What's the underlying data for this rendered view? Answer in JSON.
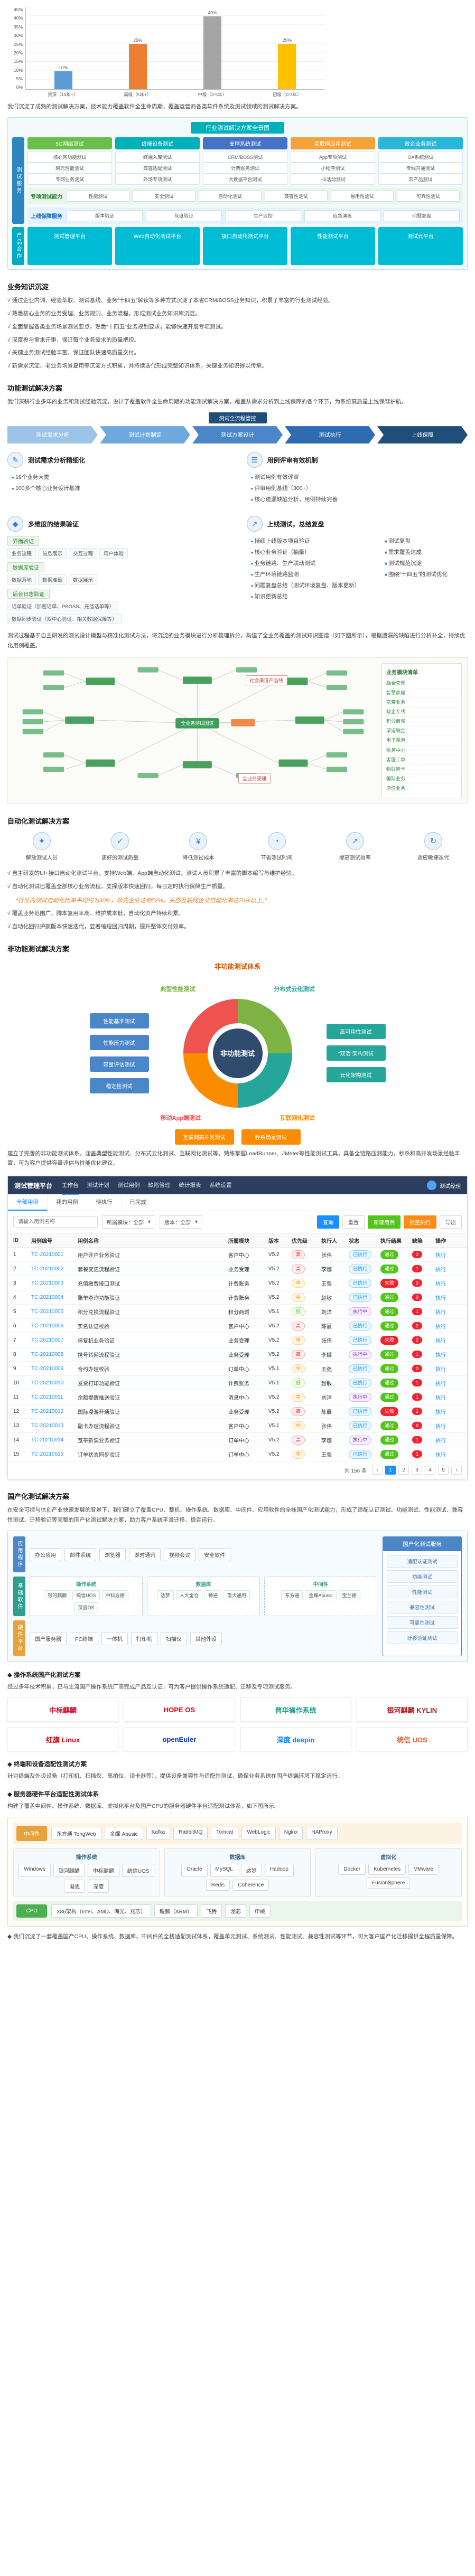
{
  "icons": {
    "chevron_down": "▾"
  },
  "chart_data": {
    "type": "bar",
    "title": "",
    "categories": [
      "资深（10年+）",
      "高级（5年+）",
      "中级（3-5年）",
      "初级（0-3年）"
    ],
    "values": [
      10,
      25,
      40,
      25
    ],
    "data_labels": [
      "10%",
      "25%",
      "40%",
      "25%"
    ],
    "bar_colors": [
      "#5b9bd5",
      "#ed7d31",
      "#a5a5a5",
      "#ffc000"
    ],
    "xlabel": "",
    "ylabel": "",
    "ylim": [
      0,
      45
    ],
    "yticks": [
      "45%",
      "40%",
      "35%",
      "30%",
      "25%",
      "20%",
      "15%",
      "10%",
      "5%",
      "0%"
    ],
    "grid": true,
    "legend": false
  },
  "intro": {
    "text": "我们沉淀了成熟的测试解决方案，技术能力覆盖软件全生命周期，覆盖运营商各类软件系统及测试领域的测试解决方案。"
  },
  "matrix": {
    "top_tab": "行业测试解决方案全景图",
    "service_label": "测试服务",
    "products_label": "产品合作",
    "columns": [
      {
        "title": "5G网络测试",
        "color": "#6abf4b",
        "items": [
          "核心网功能测试",
          "网元性能测试",
          "专网业务测试"
        ]
      },
      {
        "title": "终端设备测试",
        "color": "#00b0b9",
        "items": [
          "终端入库测试",
          "兼容适配测试",
          "外场专项测试"
        ]
      },
      {
        "title": "支撑系统测试",
        "color": "#4472c4",
        "items": [
          "CRM/BOSS测试",
          "计费账务测试",
          "大数据平台测试"
        ]
      },
      {
        "title": "互联网应用测试",
        "color": "#f4a23a",
        "items": [
          "App专项测试",
          "小程序测试",
          "H5活动测试"
        ]
      },
      {
        "title": "政企业务测试",
        "color": "#29b6d8",
        "items": [
          "OA系统测试",
          "专线开通测试",
          "云产品测试"
        ]
      }
    ],
    "band1": {
      "title": "专项测试能力",
      "items": [
        "性能测试",
        "安全测试",
        "自动化测试",
        "兼容性测试",
        "易用性测试",
        "可靠性测试"
      ]
    },
    "band2": {
      "title": "上线保障服务",
      "items": [
        "版本验证",
        "灰度验证",
        "生产监控",
        "应急演练",
        "问题复盘"
      ]
    },
    "products": [
      "测试管理平台",
      "Web自动化测试平台",
      "接口自动化测试平台",
      "性能测试平台",
      "测试云平台"
    ]
  },
  "knowledge": {
    "title": "业务知识沉淀",
    "items": [
      "√ 通过企业内训、经验萃取、测试基线、业务“十四五”解读等多种方式沉淀了本省CRM/BOSS业务知识，积累了丰富的行业测试经验。",
      "√ 熟悉核心业务的业务受理、业务规则、业务流程，形成测试业务知识库沉淀。",
      "√ 全面掌握各类业务场景测试要点，熟悉“十四五”业务规划要求，能够快速开展专项测试。",
      "√ 深度参与需求评审，保证每个业务需求的质量把控。",
      "√ 关键业务测试经验丰富，保证团队快速高质量交付。",
      "√ 新需求沉淀、老业务场景复用等沉淀方式积累，并持续迭代形成完整知识体系，关键业务知识得以传承。"
    ]
  },
  "functional": {
    "title": "功能测试解决方案",
    "intro": "我们深耕行业多年的业务和测试经验沉淀，设计了覆盖软件全生命周期的功能测试解决方案，覆盖从需求分析到上线保障的各个环节，为系统高质量上线保驾护航。",
    "flow_title": "测试全流程管控",
    "flow": [
      "测试需求分析",
      "测试计划制定",
      "测试方案设计",
      "测试执行",
      "上线保障"
    ],
    "block1": {
      "icon": "✎",
      "title": "测试需求分析精细化",
      "items": [
        "19个业务大类",
        "100多个核心业务设计基准"
      ]
    },
    "block2": {
      "icon": "☰",
      "title": "用例评审有效机制",
      "items": [
        "测试用例有效评审",
        "评审用例基线（300+）",
        "核心遗漏缺陷分析，用例持续完善"
      ]
    },
    "block3": {
      "icon": "◆",
      "title": "多维度的结果验证",
      "groups": [
        {
          "title": "界面验证",
          "items": [
            "业务流程",
            "信息展示",
            "交互过程",
            "用户体验"
          ]
        },
        {
          "title": "数据库验证",
          "items": [
            "数据落地",
            "数据准确",
            "数据展示"
          ]
        },
        {
          "title": "后台日志验证",
          "items": [
            "话单验证（加密话单、PBOSS、充值话单等）",
            "数据同步验证（双中心验证、相关数据保障等）"
          ]
        }
      ]
    },
    "block4": {
      "icon": "↗",
      "title": "上线测试，总结复盘",
      "left": [
        "持续上线版本项目验证",
        "核心业务验证（抽量）",
        "业务链路、生产联动测试",
        "生产环境链路监测",
        "问题复盘总结（测试环境复盘、版本更新）",
        "知识更新总结"
      ],
      "right": [
        "测试复盘",
        "需求覆盖达成",
        "测试规范沉淀",
        "围绕“十四五”的测试优化"
      ]
    },
    "outro": "测试过程基于自主研发的测试设计模型与精准化测试方法，将沉淀的业务模块进行分析梳理拆分，构建了全业务覆盖的测试知识图谱（如下图所示），根据遗漏的缺陷进行分析补全，持续优化用例覆盖。"
  },
  "mindmap": {
    "center_label": "全业务测试图谱",
    "side_label_1": "社会渠道产品线",
    "side_label_2": "全业务受理",
    "legend_title": "业务模块清单",
    "legend": [
      "融合套餐",
      "智慧家庭",
      "宽带业务",
      "政企专线",
      "积分商城",
      "渠道酬金",
      "电子渠道",
      "账务中心",
      "客服工单",
      "物联网卡",
      "国际业务",
      "增值业务"
    ]
  },
  "automation": {
    "title": "自动化测试解决方案",
    "benefits": [
      {
        "icon": "✦",
        "label": "解放测试人员"
      },
      {
        "icon": "✓",
        "label": "更好的测试质量"
      },
      {
        "icon": "¥",
        "label": "降低测试成本"
      },
      {
        "icon": "◔",
        "label": "节省测试时间"
      },
      {
        "icon": "↗",
        "label": "提高测试效率"
      },
      {
        "icon": "↻",
        "label": "适应敏捷迭代"
      }
    ],
    "points1": [
      "√ 自主研发的UI+接口自动化测试平台，支持Web端、App端自动化测试；测试人员积累了丰富的脚本编写与维护经验。",
      "√ 自动化测试已覆盖全部核心业务流程，支撑版本快速回归，每日定时执行保障生产质量。"
    ],
    "quote": "“行业内测试自动化比率平均约为30%，领先企业达到52%，头部互联网企业自动化率达70%以上。”",
    "points2": [
      "√ 覆盖业务范围广、脚本复用率高、维护成本低，自动化资产持续积累。",
      "√ 自动化回归护航版本快速迭代，显著缩短回归周期，提升整体交付效率。"
    ]
  },
  "nonfunctional": {
    "title": "非功能测试解决方案",
    "diagram_title": "非功能测试体系",
    "center": "非功能测试",
    "segments": [
      {
        "label": "典型性能测试",
        "color": "#7cb342"
      },
      {
        "label": "分布式云化测试",
        "color": "#26a69a"
      },
      {
        "label": "互联网化测试",
        "color": "#fb8c00"
      },
      {
        "label": "移动App端测试",
        "color": "#ef5350"
      }
    ],
    "left_boxes": [
      "性能基准测试",
      "性能压力测试",
      "容量评估测试",
      "稳定性测试"
    ],
    "right_boxes": [
      "高可用性测试",
      "“双活”架构测试",
      "云化架构测试"
    ],
    "bottom_boxes": [
      "互联网高并发测试",
      "秒杀场景测试"
    ],
    "outro": "建立了完善的非功能测试体系，涵盖典型性能测试、分布式云化测试、互联网化测试等。熟练掌握LoadRunner、JMeter等性能测试工具，具备全链路压测能力，秒杀和高并发场景经验丰富，可为客户提供容量评估与性能优化建议。"
  },
  "platform": {
    "brand": "测试管理平台",
    "nav": [
      "工作台",
      "测试计划",
      "测试用例",
      "缺陷管理",
      "统计报表",
      "系统设置"
    ],
    "user": "测试经理",
    "tabs": [
      "全部用例",
      "我的用例",
      "待执行",
      "已完成"
    ],
    "search_placeholder": "请输入用例名称",
    "module_filter": "所属模块：全部",
    "version_filter": "版本：全部",
    "buttons": [
      "查询",
      "重置",
      "新建用例",
      "批量执行",
      "导出"
    ],
    "columns": [
      "ID",
      "用例编号",
      "用例名称",
      "所属模块",
      "版本",
      "优先级",
      "执行人",
      "状态",
      "执行结果",
      "缺陷",
      "操作"
    ],
    "rows": [
      {
        "id": "1",
        "code": "TC-20210001",
        "name": "用户开户业务验证",
        "module": "客户中心",
        "version": "V5.2",
        "priority": "高",
        "priority_class": "p-high",
        "owner": "张伟",
        "status": "已执行",
        "status_class": "s-done",
        "result": "通过",
        "result_class": "r-pass",
        "defects": "2",
        "action": "执行"
      },
      {
        "id": "2",
        "code": "TC-20210002",
        "name": "套餐变更流程验证",
        "module": "业务受理",
        "version": "V5.2",
        "priority": "高",
        "priority_class": "p-high",
        "owner": "李娜",
        "status": "已执行",
        "status_class": "s-done",
        "result": "通过",
        "result_class": "r-pass",
        "defects": "1",
        "action": "执行"
      },
      {
        "id": "3",
        "code": "TC-20210003",
        "name": "充值缴费接口测试",
        "module": "计费账务",
        "version": "V5.2",
        "priority": "中",
        "priority_class": "p-mid",
        "owner": "王强",
        "status": "已执行",
        "status_class": "s-done",
        "result": "失败",
        "result_class": "r-fail",
        "defects": "3",
        "action": "执行"
      },
      {
        "id": "4",
        "code": "TC-20210004",
        "name": "账单查询功能验证",
        "module": "计费账务",
        "version": "V5.2",
        "priority": "中",
        "priority_class": "p-mid",
        "owner": "赵敏",
        "status": "已执行",
        "status_class": "s-done",
        "result": "通过",
        "result_class": "r-pass",
        "defects": "0",
        "action": "执行"
      },
      {
        "id": "5",
        "code": "TC-20210005",
        "name": "积分兑换流程验证",
        "module": "积分商城",
        "version": "V5.1",
        "priority": "低",
        "priority_class": "p-low",
        "owner": "刘洋",
        "status": "执行中",
        "status_class": "s-run",
        "result": "通过",
        "result_class": "r-pass",
        "defects": "1",
        "action": "执行"
      },
      {
        "id": "6",
        "code": "TC-20210006",
        "name": "实名认证校验",
        "module": "客户中心",
        "version": "V5.2",
        "priority": "高",
        "priority_class": "p-high",
        "owner": "陈晨",
        "status": "已执行",
        "status_class": "s-done",
        "result": "通过",
        "result_class": "r-pass",
        "defects": "2",
        "action": "执行"
      },
      {
        "id": "7",
        "code": "TC-20210007",
        "name": "停复机业务验证",
        "module": "业务受理",
        "version": "V5.2",
        "priority": "中",
        "priority_class": "p-mid",
        "owner": "张伟",
        "status": "已执行",
        "status_class": "s-done",
        "result": "失败",
        "result_class": "r-fail",
        "defects": "2",
        "action": "执行"
      },
      {
        "id": "8",
        "code": "TC-20210008",
        "name": "携号转网流程验证",
        "module": "业务受理",
        "version": "V5.2",
        "priority": "高",
        "priority_class": "p-high",
        "owner": "李娜",
        "status": "执行中",
        "status_class": "s-run",
        "result": "通过",
        "result_class": "r-pass",
        "defects": "1",
        "action": "执行"
      },
      {
        "id": "9",
        "code": "TC-20210009",
        "name": "合约办理校验",
        "module": "订单中心",
        "version": "V5.1",
        "priority": "中",
        "priority_class": "p-mid",
        "owner": "王强",
        "status": "已执行",
        "status_class": "s-done",
        "result": "通过",
        "result_class": "r-pass",
        "defects": "0",
        "action": "执行"
      },
      {
        "id": "10",
        "code": "TC-20210010",
        "name": "发票打印功能验证",
        "module": "计费账务",
        "version": "V5.1",
        "priority": "低",
        "priority_class": "p-low",
        "owner": "赵敏",
        "status": "已执行",
        "status_class": "s-done",
        "result": "通过",
        "result_class": "r-pass",
        "defects": "1",
        "action": "执行"
      },
      {
        "id": "11",
        "code": "TC-20210011",
        "name": "余额提醒推送验证",
        "module": "消息中心",
        "version": "V5.2",
        "priority": "中",
        "priority_class": "p-mid",
        "owner": "刘洋",
        "status": "执行中",
        "status_class": "s-run",
        "result": "通过",
        "result_class": "r-pass",
        "defects": "1",
        "action": "执行"
      },
      {
        "id": "12",
        "code": "TC-20210012",
        "name": "国际漫游开通验证",
        "module": "业务受理",
        "version": "V5.2",
        "priority": "高",
        "priority_class": "p-high",
        "owner": "陈晨",
        "status": "已执行",
        "status_class": "s-done",
        "result": "失败",
        "result_class": "r-fail",
        "defects": "2",
        "action": "执行"
      },
      {
        "id": "13",
        "code": "TC-20210013",
        "name": "副卡办理流程验证",
        "module": "客户中心",
        "version": "V5.1",
        "priority": "中",
        "priority_class": "p-mid",
        "owner": "张伟",
        "status": "已执行",
        "status_class": "s-done",
        "result": "通过",
        "result_class": "r-pass",
        "defects": "0",
        "action": "执行"
      },
      {
        "id": "14",
        "code": "TC-20210014",
        "name": "宽带新装业务验证",
        "module": "订单中心",
        "version": "V5.2",
        "priority": "高",
        "priority_class": "p-high",
        "owner": "李娜",
        "status": "执行中",
        "status_class": "s-run",
        "result": "通过",
        "result_class": "r-pass",
        "defects": "1",
        "action": "执行"
      },
      {
        "id": "15",
        "code": "TC-20210015",
        "name": "订单状态同步验证",
        "module": "订单中心",
        "version": "V5.2",
        "priority": "中",
        "priority_class": "p-mid",
        "owner": "王强",
        "status": "已执行",
        "status_class": "s-done",
        "result": "通过",
        "result_class": "r-pass",
        "defects": "1",
        "action": "执行"
      }
    ],
    "total": "共 156 条",
    "pages": [
      "‹",
      "1",
      "2",
      "3",
      "4",
      "5",
      "›"
    ]
  },
  "localization": {
    "title": "国产化测试解决方案",
    "intro": "在安全可控与信创产业快速发展的背景下，我们建立了覆盖CPU、整机、操作系统、数据库、中间件、应用软件的全栈国产化测试能力，形成了适配认证测试、功能测试、性能测试、兼容性测试、迁移验证等完整的国产化测试解决方案，助力客户系统平滑迁移、稳定运行。",
    "arch": {
      "app_label": "应用程序",
      "app_items": [
        "办公应用",
        "邮件系统",
        "浏览器",
        "即时通讯",
        "视频会议",
        "安全软件"
      ],
      "base_label": "基础软件",
      "base_groups": [
        {
          "title": "操作系统",
          "items": [
            "银河麒麟",
            "统信UOS",
            "中科方德",
            "深度OS"
          ]
        },
        {
          "title": "数据库",
          "items": [
            "达梦",
            "人大金仓",
            "神通",
            "南大通用"
          ]
        },
        {
          "title": "中间件",
          "items": [
            "东方通",
            "金蝶Apusic",
            "宝兰德"
          ]
        }
      ],
      "hw_label": "硬件平台",
      "hw_items": [
        "国产服务器",
        "PC终端",
        "一体机",
        "打印机",
        "扫描仪",
        "其他外设"
      ],
      "service_title": "国产化测试服务",
      "service_items": [
        "适配认证测试",
        "功能测试",
        "性能测试",
        "兼容性测试",
        "可靠性测试",
        "迁移验证测试"
      ]
    },
    "os_title": "◆ 操作系统国产化测试方案",
    "os_text": "经过多年技术积累，已与主流国产操作系统厂商完成产品互认证，可为客户提供操作系统适配、迁移及专项测试服务。",
    "os_logos": [
      {
        "name": "中标麒麟",
        "color": "#c8102e"
      },
      {
        "name": "HOPE OS",
        "color": "#e60012"
      },
      {
        "name": "普华操作系统",
        "color": "#1f9e8f"
      },
      {
        "name": "银河麒麟 KYLIN",
        "color": "#b01f24"
      },
      {
        "name": "红旗 Linux",
        "color": "#d7000f"
      },
      {
        "name": "openEuler",
        "color": "#002fa7"
      },
      {
        "name": "深度 deepin",
        "color": "#0081ff"
      },
      {
        "name": "统信 UOS",
        "color": "#f05a28"
      }
    ],
    "device_title": "◆ 终端和设备适配性测试方案",
    "device_text": "针对终端及外设设备（打印机、扫描仪、高拍仪、读卡器等），提供设备兼容性与适配性测试，确保业务系统在国产终端环境下稳定运行。",
    "server_title": "◆ 服务器硬件平台适配性测试体系",
    "server_text": "构建了覆盖中间件、操作系统、数据库、虚拟化平台及国产CPU的服务器硬件平台适配测试体系，如下图所示。",
    "stack": {
      "mw_label": "中间件",
      "mw_items": [
        "东方通 TongWeb",
        "金蝶 Apusic",
        "Kafka",
        "RabbitMQ",
        "Tomcat",
        "WebLogic",
        "Nginx",
        "HAProxy"
      ],
      "os_label": "操作系统",
      "os_items": [
        "Windows",
        "银河麒麟",
        "中标麒麟",
        "统信UOS",
        "凝思",
        "深度"
      ],
      "db_label": "数据库",
      "db_items": [
        "Oracle",
        "MySQL",
        "达梦",
        "Hadoop",
        "Redis",
        "Coherence"
      ],
      "virt_label": "虚拟化",
      "virt_items": [
        "Docker",
        "Kubernetes",
        "VMware",
        "FusionSphere"
      ],
      "cpu_label": "CPU",
      "cpu_items": [
        "X86架构（Intel、AMD、海光、兆芯）",
        "鲲鹏（ARM）",
        "飞腾",
        "龙芯",
        "申威"
      ]
    },
    "outro": "◆ 我们沉淀了一套覆盖国产CPU、操作系统、数据库、中间件的全栈适配测试体系，覆盖单元测试、系统测试、性能测试、兼容性测试等环节，可为客户国产化迁移提供全程质量保障。"
  }
}
